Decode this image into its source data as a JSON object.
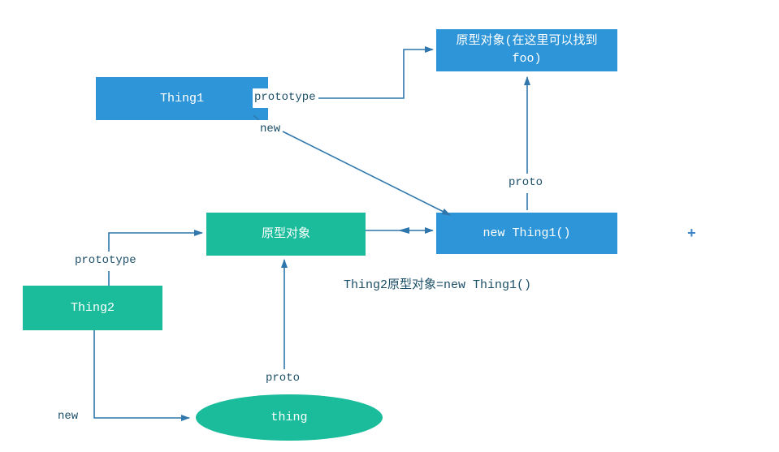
{
  "diagram": {
    "colors": {
      "blue": "#2e95d8",
      "green": "#1abc9c",
      "line": "#2e76ab",
      "label": "#1c4f68",
      "plus": "#3d85c8",
      "underline": "#a3c6e0",
      "nodetext": "#ffffff",
      "bg": "#ffffff"
    },
    "nodes": {
      "prototype_object_top": {
        "label": "原型对象(在这里可以找到 foo)"
      },
      "thing1": {
        "label": "Thing1"
      },
      "new_thing1": {
        "label": "new Thing1()"
      },
      "prototype_object": {
        "label": "原型对象"
      },
      "thing2": {
        "label": "Thing2"
      },
      "thing": {
        "label": "thing"
      }
    },
    "edge_labels": {
      "thing1_prototype": "prototype",
      "thing1_new": "new",
      "new_thing1_proto": "proto",
      "thing2_prototype": "prototype",
      "thing2_new": "new",
      "thing_proto": "proto"
    },
    "caption": "Thing2原型对象=new Thing1()",
    "plus_sign": "+"
  }
}
